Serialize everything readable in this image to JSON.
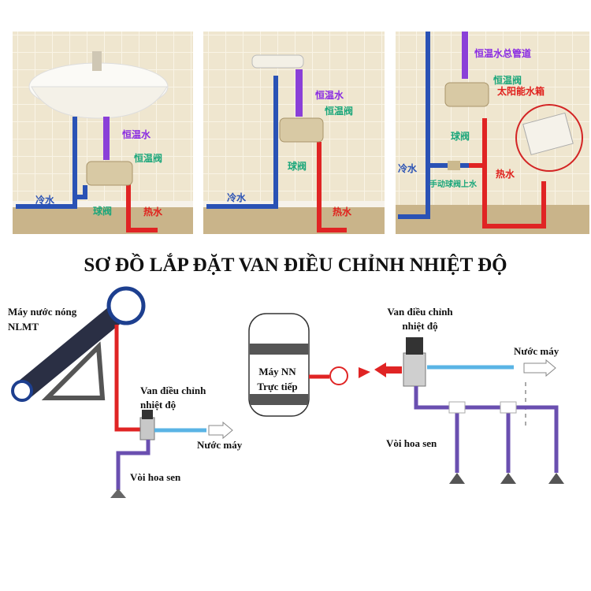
{
  "title": "SƠ ĐỒ LẮP ĐẶT VAN ĐIỀU CHỈNH NHIỆT ĐỘ",
  "colors": {
    "hot": "#e02424",
    "cold": "#2a52b5",
    "mixed": "#7a3fb8",
    "label_green": "#1aa67a",
    "label_purple": "#8a2be2",
    "label_red": "#e0201c",
    "label_blue": "#2a52b5",
    "light_blue": "#5ab4e5",
    "tile": "#efe6cf"
  },
  "panels": [
    {
      "constant_water": "恒温水",
      "thermostatic_valve": "恒温阀",
      "ball_valve": "球阀",
      "cold_water": "冷水",
      "hot_water": "热水"
    },
    {
      "constant_water": "恒温水",
      "thermostatic_valve": "恒温阀",
      "ball_valve": "球阀",
      "cold_water": "冷水",
      "hot_water": "热水"
    },
    {
      "main_pipe": "恒温水总管道",
      "thermostatic_valve": "恒温阀",
      "solar_tank": "太阳能水箱",
      "ball_valve": "球阀",
      "cold_water": "冷水",
      "manual_valve": "手动球阀上水",
      "hot_water": "热水"
    }
  ],
  "left_diagram": {
    "heater_line1": "Máy nước nóng",
    "heater_line2": "NLMT",
    "valve_line1": "Van điều chỉnh",
    "valve_line2": "nhiệt độ",
    "tap_water": "Nước máy",
    "shower": "Vòi hoa sen"
  },
  "right_diagram": {
    "heater_line1": "Máy NN",
    "heater_line2": "Trực tiếp",
    "valve_line1": "Van điều chỉnh",
    "valve_line2": "nhiệt độ",
    "tap_water": "Nước máy",
    "shower": "Vòi hoa sen"
  }
}
